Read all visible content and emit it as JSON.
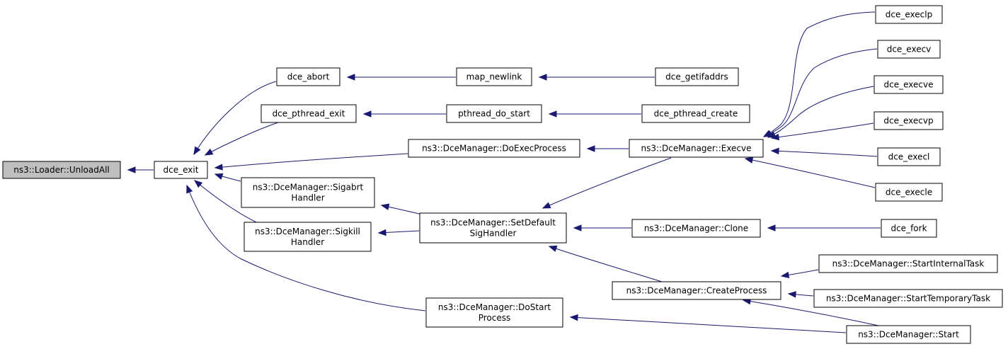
{
  "palette": {
    "edge": "#191970",
    "root_fill": "#bfbfbf",
    "node_fill": "#ffffff",
    "node_stroke": "#000000"
  },
  "nodes": [
    {
      "id": "unloadall",
      "lines": [
        "ns3::Loader::UnloadAll"
      ],
      "root": true
    },
    {
      "id": "dce_exit",
      "lines": [
        "dce_exit"
      ]
    },
    {
      "id": "dce_abort",
      "lines": [
        "dce_abort"
      ]
    },
    {
      "id": "dce_pthread_exit",
      "lines": [
        "dce_pthread_exit"
      ]
    },
    {
      "id": "sigabrt",
      "lines": [
        "ns3::DceManager::Sigabrt",
        "Handler"
      ]
    },
    {
      "id": "sigkill",
      "lines": [
        "ns3::DceManager::Sigkill",
        "Handler"
      ]
    },
    {
      "id": "doexec",
      "lines": [
        "ns3::DceManager::DoExecProcess"
      ]
    },
    {
      "id": "dostart",
      "lines": [
        "ns3::DceManager::DoStart",
        "Process"
      ]
    },
    {
      "id": "map_newlink",
      "lines": [
        "map_newlink"
      ]
    },
    {
      "id": "pthread_do_start",
      "lines": [
        "pthread_do_start"
      ]
    },
    {
      "id": "setdefault",
      "lines": [
        "ns3::DceManager::SetDefault",
        "SigHandler"
      ]
    },
    {
      "id": "dce_getifaddrs",
      "lines": [
        "dce_getifaddrs"
      ]
    },
    {
      "id": "dce_pthread_create",
      "lines": [
        "dce_pthread_create"
      ]
    },
    {
      "id": "execve_mgr",
      "lines": [
        "ns3::DceManager::Execve"
      ]
    },
    {
      "id": "clone",
      "lines": [
        "ns3::DceManager::Clone"
      ]
    },
    {
      "id": "createprocess",
      "lines": [
        "ns3::DceManager::CreateProcess"
      ]
    },
    {
      "id": "dce_execlp",
      "lines": [
        "dce_execlp"
      ]
    },
    {
      "id": "dce_execv",
      "lines": [
        "dce_execv"
      ]
    },
    {
      "id": "dce_execve",
      "lines": [
        "dce_execve"
      ]
    },
    {
      "id": "dce_execvp",
      "lines": [
        "dce_execvp"
      ]
    },
    {
      "id": "dce_execl",
      "lines": [
        "dce_execl"
      ]
    },
    {
      "id": "dce_execle",
      "lines": [
        "dce_execle"
      ]
    },
    {
      "id": "dce_fork",
      "lines": [
        "dce_fork"
      ]
    },
    {
      "id": "startinternal",
      "lines": [
        "ns3::DceManager::StartInternalTask"
      ]
    },
    {
      "id": "starttemporary",
      "lines": [
        "ns3::DceManager::StartTemporaryTask"
      ]
    },
    {
      "id": "start",
      "lines": [
        "ns3::DceManager::Start"
      ]
    }
  ],
  "edges": [
    [
      "dce_exit",
      "unloadall"
    ],
    [
      "dce_abort",
      "dce_exit"
    ],
    [
      "dce_pthread_exit",
      "dce_exit"
    ],
    [
      "doexec",
      "dce_exit"
    ],
    [
      "sigabrt",
      "dce_exit"
    ],
    [
      "sigkill",
      "dce_exit"
    ],
    [
      "dostart",
      "dce_exit"
    ],
    [
      "map_newlink",
      "dce_abort"
    ],
    [
      "dce_getifaddrs",
      "map_newlink"
    ],
    [
      "pthread_do_start",
      "dce_pthread_exit"
    ],
    [
      "dce_pthread_create",
      "pthread_do_start"
    ],
    [
      "execve_mgr",
      "doexec"
    ],
    [
      "setdefault",
      "sigabrt"
    ],
    [
      "setdefault",
      "sigkill"
    ],
    [
      "execve_mgr",
      "setdefault"
    ],
    [
      "clone",
      "setdefault"
    ],
    [
      "createprocess",
      "setdefault"
    ],
    [
      "dce_execlp",
      "execve_mgr"
    ],
    [
      "dce_execv",
      "execve_mgr"
    ],
    [
      "dce_execve",
      "execve_mgr"
    ],
    [
      "dce_execvp",
      "execve_mgr"
    ],
    [
      "dce_execl",
      "execve_mgr"
    ],
    [
      "dce_execle",
      "execve_mgr"
    ],
    [
      "dce_fork",
      "clone"
    ],
    [
      "startinternal",
      "createprocess"
    ],
    [
      "starttemporary",
      "createprocess"
    ],
    [
      "start",
      "createprocess"
    ],
    [
      "start",
      "dostart"
    ]
  ]
}
